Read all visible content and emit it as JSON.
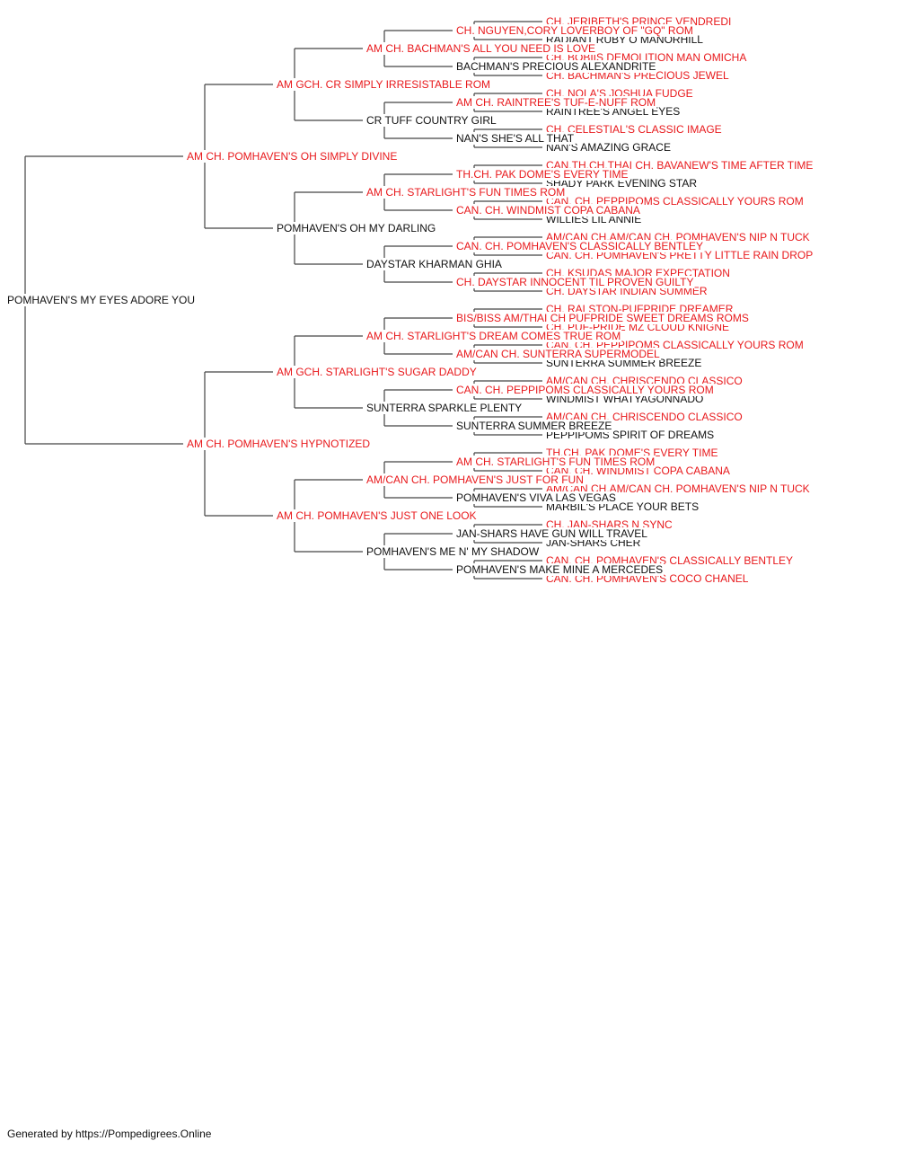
{
  "colors": {
    "champion": "#e8191c",
    "regular": "#111111",
    "line": "#444444"
  },
  "footer": "Generated by https://Pompedigrees.Online",
  "pedigree": {
    "name": "POMHAVEN'S MY EYES ADORE YOU",
    "champion": false,
    "sire": {
      "name": "AM CH. POMHAVEN'S OH SIMPLY DIVINE",
      "champion": true,
      "sire": {
        "name": "AM GCH. CR SIMPLY IRRESISTABLE ROM",
        "champion": true,
        "sire": {
          "name": "AM CH. BACHMAN'S ALL YOU NEED IS LOVE",
          "champion": true,
          "sire": {
            "name": "CH. NGUYEN,CORY LOVERBOY OF \"GQ\" ROM",
            "champion": true,
            "sire": {
              "name": "CH. JERIBETH'S PRINCE VENDREDI",
              "champion": true
            },
            "dam": {
              "name": "RADIANT RUBY O MANORHILL",
              "champion": false
            }
          },
          "dam": {
            "name": "BACHMAN'S PRECIOUS ALEXANDRITE",
            "champion": false,
            "sire": {
              "name": "CH. BOBIIS DEMOLITION MAN OMICHA",
              "champion": true
            },
            "dam": {
              "name": "CH. BACHMAN'S PRECIOUS JEWEL",
              "champion": true
            }
          }
        },
        "dam": {
          "name": "CR TUFF COUNTRY GIRL",
          "champion": false,
          "sire": {
            "name": "AM CH. RAINTREE'S TUF-E-NUFF ROM",
            "champion": true,
            "sire": {
              "name": "CH. NOLA'S JOSHUA FUDGE",
              "champion": true
            },
            "dam": {
              "name": "RAINTREE'S ANGEL EYES",
              "champion": false
            }
          },
          "dam": {
            "name": "NAN'S SHE'S ALL THAT",
            "champion": false,
            "sire": {
              "name": "CH. CELESTIAL'S CLASSIC IMAGE",
              "champion": true
            },
            "dam": {
              "name": "NAN'S AMAZING GRACE",
              "champion": false
            }
          }
        }
      },
      "dam": {
        "name": "POMHAVEN'S OH MY DARLING",
        "champion": false,
        "sire": {
          "name": "AM CH. STARLIGHT'S FUN TIMES ROM",
          "champion": true,
          "sire": {
            "name": "TH.CH. PAK DOME'S EVERY TIME",
            "champion": true,
            "sire": {
              "name": "CAN.TH.CH.THAI CH. BAVANEW'S TIME AFTER TIME",
              "champion": true
            },
            "dam": {
              "name": "SHADY PARK EVENING STAR",
              "champion": false
            }
          },
          "dam": {
            "name": "CAN. CH. WINDMIST COPA CABANA",
            "champion": true,
            "sire": {
              "name": "CAN. CH. PEPPIPOMS CLASSICALLY YOURS ROM",
              "champion": true
            },
            "dam": {
              "name": "WILLIES LIL ANNIE",
              "champion": false
            }
          }
        },
        "dam": {
          "name": "DAYSTAR KHARMAN GHIA",
          "champion": false,
          "sire": {
            "name": "CAN. CH. POMHAVEN'S CLASSICALLY BENTLEY",
            "champion": true,
            "sire": {
              "name": "AM/CAN CH.AM/CAN CH. POMHAVEN'S NIP N TUCK",
              "champion": true
            },
            "dam": {
              "name": "CAN. CH. POMHAVEN'S PRETTY LITTLE RAIN DROP",
              "champion": true
            }
          },
          "dam": {
            "name": "CH. DAYSTAR INNOCENT TIL PROVEN GUILTY",
            "champion": true,
            "sire": {
              "name": "CH. KSUDAS MAJOR EXPECTATION",
              "champion": true
            },
            "dam": {
              "name": "CH. DAYSTAR INDIAN SUMMER",
              "champion": true
            }
          }
        }
      }
    },
    "dam": {
      "name": "AM CH. POMHAVEN'S HYPNOTIZED",
      "champion": true,
      "sire": {
        "name": "AM GCH. STARLIGHT'S SUGAR DADDY",
        "champion": true,
        "sire": {
          "name": "AM CH. STARLIGHT'S DREAM COMES TRUE ROM",
          "champion": true,
          "sire": {
            "name": "BIS/BISS AM/THAI CH PUFPRIDE SWEET DREAMS ROMS",
            "champion": true,
            "sire": {
              "name": "CH. RALSTON-PUFPRIDE DREAMER",
              "champion": true
            },
            "dam": {
              "name": "CH. PUF-PRIDE MZ CLOUD KNIGNE",
              "champion": true
            }
          },
          "dam": {
            "name": "AM/CAN CH. SUNTERRA SUPERMODEL",
            "champion": true,
            "sire": {
              "name": "CAN. CH. PEPPIPOMS CLASSICALLY YOURS ROM",
              "champion": true
            },
            "dam": {
              "name": "SUNTERRA SUMMER BREEZE",
              "champion": false
            }
          }
        },
        "dam": {
          "name": "SUNTERRA SPARKLE PLENTY",
          "champion": false,
          "sire": {
            "name": "CAN. CH. PEPPIPOMS CLASSICALLY YOURS ROM",
            "champion": true,
            "sire": {
              "name": "AM/CAN CH. CHRISCENDO CLASSICO",
              "champion": true
            },
            "dam": {
              "name": "WINDMIST WHATYAGONNADO",
              "champion": false
            }
          },
          "dam": {
            "name": "SUNTERRA SUMMER BREEZE",
            "champion": false,
            "sire": {
              "name": "AM/CAN CH. CHRISCENDO CLASSICO",
              "champion": true
            },
            "dam": {
              "name": "PEPPIPOMS SPIRIT OF DREAMS",
              "champion": false
            }
          }
        }
      },
      "dam": {
        "name": "AM CH. POMHAVEN'S JUST ONE LOOK",
        "champion": true,
        "sire": {
          "name": "AM/CAN CH. POMHAVEN'S JUST FOR FUN",
          "champion": true,
          "sire": {
            "name": "AM CH. STARLIGHT'S FUN TIMES ROM",
            "champion": true,
            "sire": {
              "name": "TH.CH. PAK DOME'S EVERY TIME",
              "champion": true
            },
            "dam": {
              "name": "CAN. CH. WINDMIST COPA CABANA",
              "champion": true
            }
          },
          "dam": {
            "name": "POMHAVEN'S VIVA LAS VEGAS",
            "champion": false,
            "sire": {
              "name": "AM/CAN CH.AM/CAN CH. POMHAVEN'S NIP N TUCK",
              "champion": true
            },
            "dam": {
              "name": "MARBIL'S PLACE YOUR BETS",
              "champion": false
            }
          }
        },
        "dam": {
          "name": "POMHAVEN'S ME N' MY SHADOW",
          "champion": false,
          "sire": {
            "name": "JAN-SHARS HAVE GUN WILL TRAVEL",
            "champion": false,
            "sire": {
              "name": "CH. JAN-SHARS N SYNC",
              "champion": true
            },
            "dam": {
              "name": "JAN-SHARS CHER",
              "champion": false
            }
          },
          "dam": {
            "name": "POMHAVEN'S MAKE MINE A MERCEDES",
            "champion": false,
            "sire": {
              "name": "CAN. CH. POMHAVEN'S CLASSICALLY BENTLEY",
              "champion": true
            },
            "dam": {
              "name": "CAN. CH. POMHAVEN'S COCO CHANEL",
              "champion": true
            }
          }
        }
      }
    }
  }
}
